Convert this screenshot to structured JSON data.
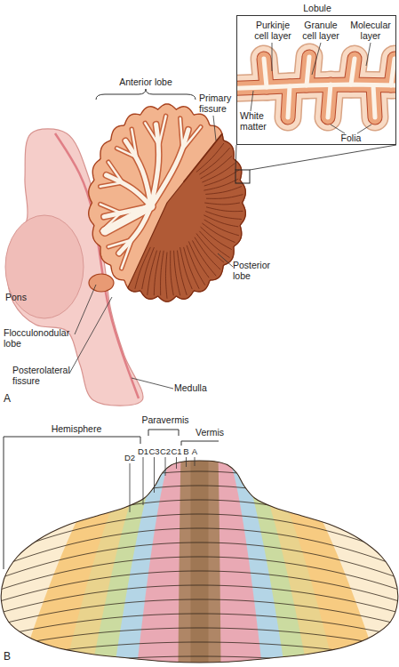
{
  "diagram": {
    "nodes": [
      {
        "text": [
          "Lobule"
        ]
      }
    ],
    "labels": [
      "Purkinje cell layer",
      "Granule cell layer",
      "Molecular layer",
      "White matter",
      "Folia",
      "Anterior lobe",
      "Primary fissure",
      "Pons",
      "Flocculonodular lobe",
      "Posterior lobe",
      "Posterolateral fissure",
      "Medulla",
      "A",
      "Hemisphere",
      "Paravermis",
      "Vermis",
      "D2",
      "D1",
      "C3",
      "C2",
      "C1",
      "B",
      "A",
      "B"
    ]
  }
}
